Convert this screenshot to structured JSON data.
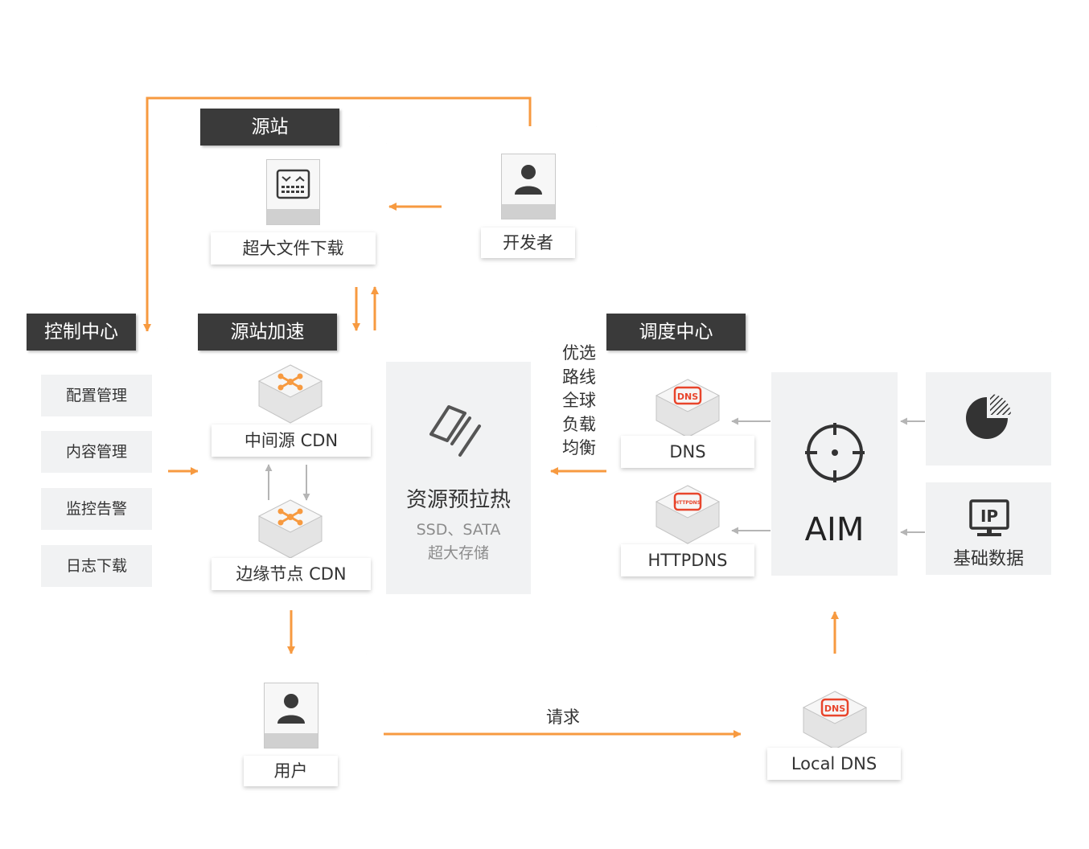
{
  "source": {
    "title": "源站",
    "file_label": "超大文件下载"
  },
  "developer": {
    "label": "开发者"
  },
  "control": {
    "title": "控制中心",
    "items": [
      "配置管理",
      "内容管理",
      "监控告警",
      "日志下载"
    ]
  },
  "origin_accel": {
    "title": "源站加速",
    "mid_cdn": "中间源 CDN",
    "edge_cdn": "边缘节点 CDN",
    "preheat_title": "资源预拉热",
    "preheat_sub1": "SSD、SATA",
    "preheat_sub2": "超大存储"
  },
  "route_label": [
    "优选",
    "路线",
    "全球",
    "负载",
    "均衡"
  ],
  "dispatch": {
    "title": "调度中心",
    "dns": "DNS",
    "httpdns": "HTTPDNS",
    "aim": "AIM",
    "base_data": "基础数据",
    "ip_text": "IP",
    "dns_badge": "DNS",
    "httpdns_badge": "HTTPDNS"
  },
  "user": {
    "label": "用户"
  },
  "request_label": "请求",
  "local_dns": {
    "label": "Local DNS",
    "badge": "DNS"
  },
  "colors": {
    "accent": "#f79a40",
    "dark": "#3a3a3a",
    "panel": "#f1f2f3",
    "red": "#e8452c"
  },
  "icons": [
    "server-icon",
    "user-icon",
    "cdn-node-icon",
    "layers-icon",
    "target-icon",
    "pie-chart-icon",
    "ip-monitor-icon",
    "dns-cube-icon"
  ]
}
